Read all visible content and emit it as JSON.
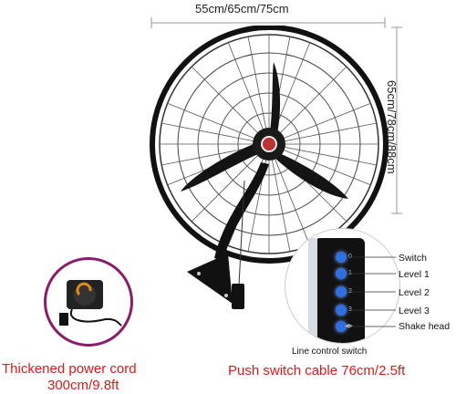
{
  "dimensions": {
    "width_label": "55cm/65cm/75cm",
    "height_label": "65cm/78cm/88cm"
  },
  "switch_panel": {
    "buttons": [
      {
        "key": "switch",
        "glyph": "0",
        "label": "Switch"
      },
      {
        "key": "level1",
        "glyph": "1",
        "label": "Level 1"
      },
      {
        "key": "level2",
        "glyph": "2",
        "label": "Level 2"
      },
      {
        "key": "level3",
        "glyph": "3",
        "label": "Level 3"
      },
      {
        "key": "shake",
        "glyph": "◀▶",
        "label": "Shake head"
      }
    ],
    "caption": "Line control switch"
  },
  "captions": {
    "power_cord_line1": "Thickened power cord",
    "power_cord_line2": "300cm/9.8ft",
    "switch_cable": "Push switch cable 76cm/2.5ft"
  },
  "colors": {
    "caption_red": "#d81b1b",
    "inset_border": "#8a1c6a",
    "button_blue": "#2f6fe0"
  }
}
